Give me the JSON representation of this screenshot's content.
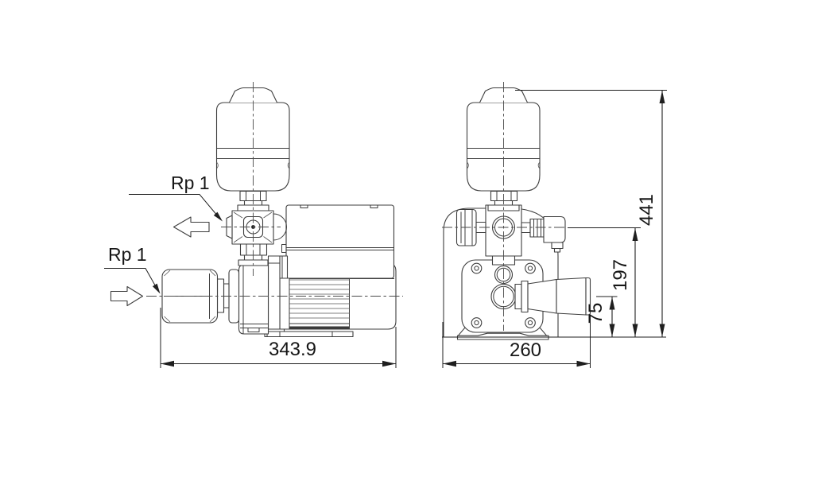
{
  "drawing": {
    "labels": {
      "outlet_port": "Rp 1",
      "inlet_port": "Rp 1"
    },
    "dimensions": {
      "overall_length": "343.9",
      "overall_width": "260",
      "inlet_height": "75",
      "outlet_height": "197",
      "total_height": "441"
    }
  }
}
